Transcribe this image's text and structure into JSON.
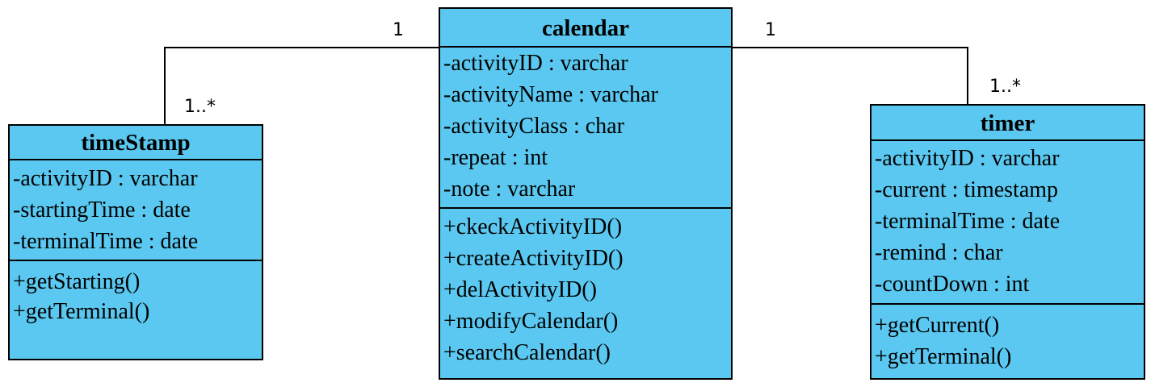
{
  "colors": {
    "class_fill": "#5ac8f0",
    "line": "#000000",
    "background": "#ffffff"
  },
  "classes": {
    "calendar": {
      "name": "calendar",
      "attributes": [
        "-activityID : varchar",
        "-activityName : varchar",
        "-activityClass : char",
        "-repeat : int",
        "-note : varchar"
      ],
      "operations": [
        "+ckeckActivityID()",
        "+createActivityID()",
        "+delActivityID()",
        "+modifyCalendar()",
        "+searchCalendar()"
      ]
    },
    "timeStamp": {
      "name": "timeStamp",
      "attributes": [
        "-activityID : varchar",
        "-startingTime : date",
        "-terminalTime : date"
      ],
      "operations": [
        "+getStarting()",
        "+getTerminal()"
      ]
    },
    "timer": {
      "name": "timer",
      "attributes": [
        "-activityID : varchar",
        "-current : timestamp",
        "-terminalTime : date",
        "-remind : char",
        "-countDown : int"
      ],
      "operations": [
        "+getCurrent()",
        "+getTerminal()"
      ]
    }
  },
  "associations": {
    "calendar_timeStamp": {
      "calendar_end": "1",
      "timeStamp_end": "1..*"
    },
    "calendar_timer": {
      "calendar_end": "1",
      "timer_end": "1..*"
    }
  }
}
